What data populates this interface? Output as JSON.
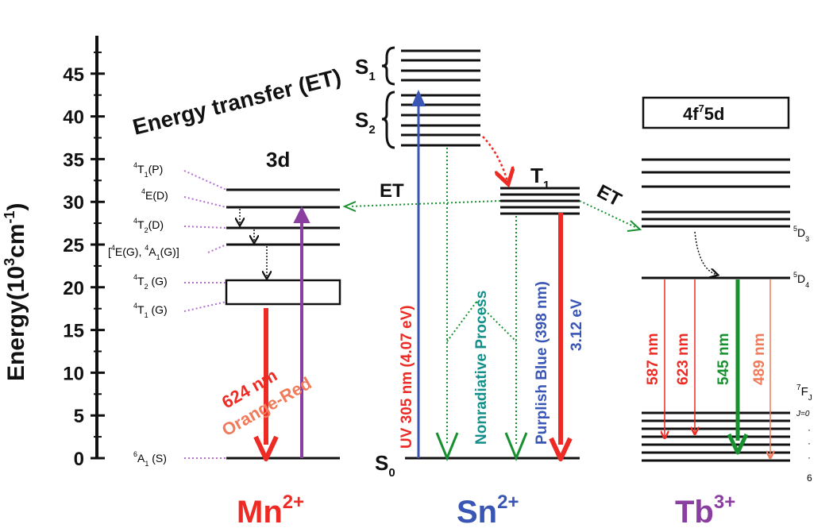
{
  "axis": {
    "ylabel_main": "Energy(10",
    "ylabel_sup": "3",
    "ylabel_unit": "cm",
    "ylabel_sup2": "-1",
    "ylabel_end": ")",
    "ticks": [
      "0",
      "5",
      "10",
      "15",
      "20",
      "25",
      "30",
      "35",
      "40",
      "45"
    ]
  },
  "title": "Energy transfer (ET)",
  "mn": {
    "ion": "Mn",
    "charge": "2+",
    "group": "3d",
    "emission_nm": "624 nm",
    "emission_color": "Orange-Red",
    "levels": [
      {
        "sup": "4",
        "name": "T",
        "sub": "1",
        "tail": "(P)"
      },
      {
        "sup": "4",
        "name": "E(D)",
        "sub": "",
        "tail": ""
      },
      {
        "sup": "4",
        "name": "T",
        "sub": "2",
        "tail": "(D)"
      },
      {
        "pre": "[",
        "sup": "4",
        "name": "E(G), ",
        "sup2": "4",
        "name2": "A",
        "sub2": "1",
        "tail": "(G)]"
      },
      {
        "sup": "4",
        "name": "T",
        "sub": "2",
        "tail": " (G)"
      },
      {
        "sup": "4",
        "name": "T",
        "sub": "1",
        "tail": " (G)"
      },
      {
        "sup": "6",
        "name": "A",
        "sub": "1",
        "tail": " (S)"
      }
    ]
  },
  "sn": {
    "ion": "Sn",
    "charge": "2+",
    "s1": "S",
    "s1_sub": "1",
    "s2": "S",
    "s2_sub": "2",
    "s0": "S",
    "s0_sub": "0",
    "t1": "T",
    "t1_sub": "1",
    "uv": "UV 305 nm (4.07 eV)",
    "nonrad": "Nonradiative Process",
    "purplish": "Purplish Blue (398 nm)",
    "ev": "3.12 eV"
  },
  "et_left": "ET",
  "et_right": "ET",
  "tb": {
    "ion": "Tb",
    "charge": "3+",
    "box_main": "4f",
    "box_sup": "7",
    "box_end": "5d",
    "d3_sup": "5",
    "d3": "D",
    "d3_sub": "3",
    "d4_sup": "5",
    "d4": "D",
    "d4_sub": "4",
    "f_sup": "7",
    "f": "F",
    "f_sub": "J",
    "j0": "J=0",
    "dots": [
      "·",
      "·",
      "·"
    ],
    "j6": "6",
    "emissions": [
      "587 nm",
      "623 nm",
      "545 nm",
      "489 nm"
    ]
  },
  "colors": {
    "red": "#ee2a24",
    "purple": "#8a3fa0",
    "blue": "#3a56b5",
    "green": "#17912f",
    "teal": "#138f8a",
    "salmon": "#f07a5a",
    "dotted_purple": "#b46ed0"
  }
}
